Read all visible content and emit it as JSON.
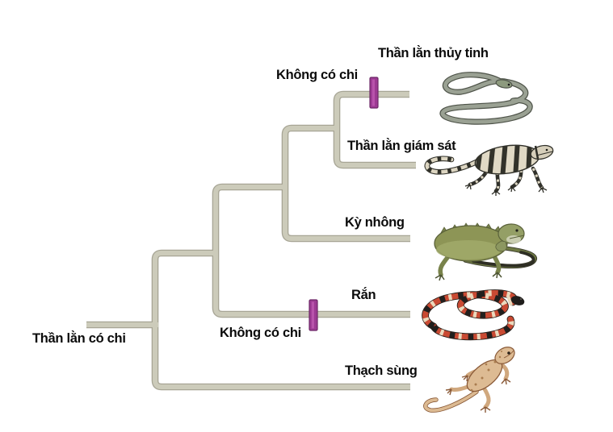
{
  "diagram": {
    "type": "cladogram",
    "root": {
      "label": "Thần lằn có chi"
    },
    "traits": [
      {
        "label": "Không có chi",
        "on_branch": "Thần lằn thủy tinh"
      },
      {
        "label": "Không có chi",
        "on_branch": "Rắn"
      }
    ],
    "taxa": [
      {
        "name": "Thần lằn thủy tinh",
        "illustration": "glass-lizard-illustration"
      },
      {
        "name": "Thần lằn giám sát",
        "illustration": "monitor-lizard-illustration"
      },
      {
        "name": "Kỳ nhông",
        "illustration": "iguana-illustration"
      },
      {
        "name": "Rắn",
        "illustration": "coral-snake-illustration"
      },
      {
        "name": "Thạch sùng",
        "illustration": "gecko-illustration"
      }
    ],
    "colors": {
      "background": "#ffffff",
      "branch": "#cccbba",
      "branch_outline": "#a7a595",
      "trait_marker": "#9d3a93",
      "text": "#0b0b0b"
    }
  }
}
